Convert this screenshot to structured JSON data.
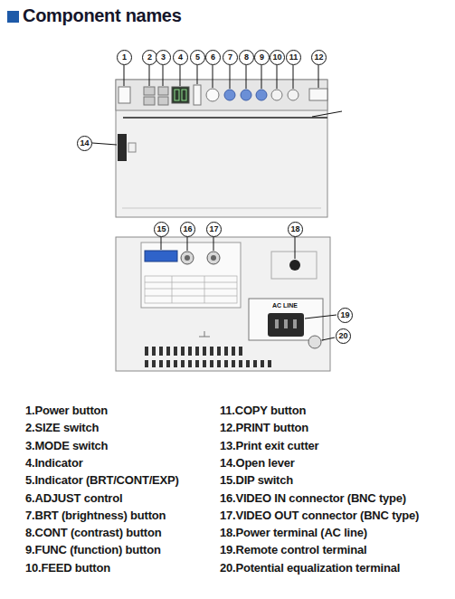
{
  "diagram": {
    "title": "Component names",
    "labels": [
      "1",
      "2",
      "3",
      "4",
      "5",
      "6",
      "7",
      "8",
      "9",
      "10",
      "11",
      "12",
      "14",
      "15",
      "16",
      "17",
      "18",
      "19",
      "20",
      "1.Power button",
      "2.SIZE switch",
      "3.MODE switch",
      "4.Indicator",
      "5.Indicator (BRT/CONT/EXP)",
      "6.ADJUST control",
      "7.BRT (brightness) button",
      "8.CONT (contrast) button",
      "9.FUNC (function) button",
      "10.FEED button",
      "11.COPY button",
      "12.PRINT button",
      "13.Print exit cutter",
      "14.Open lever",
      "15.DIP switch",
      "16.VIDEO IN connector (BNC type)",
      "17.VIDEO OUT connector (BNC type)",
      "18.Power terminal (AC line)",
      "19.Remote control terminal",
      "20.Potential equalization terminal",
      "AC LINE"
    ]
  }
}
